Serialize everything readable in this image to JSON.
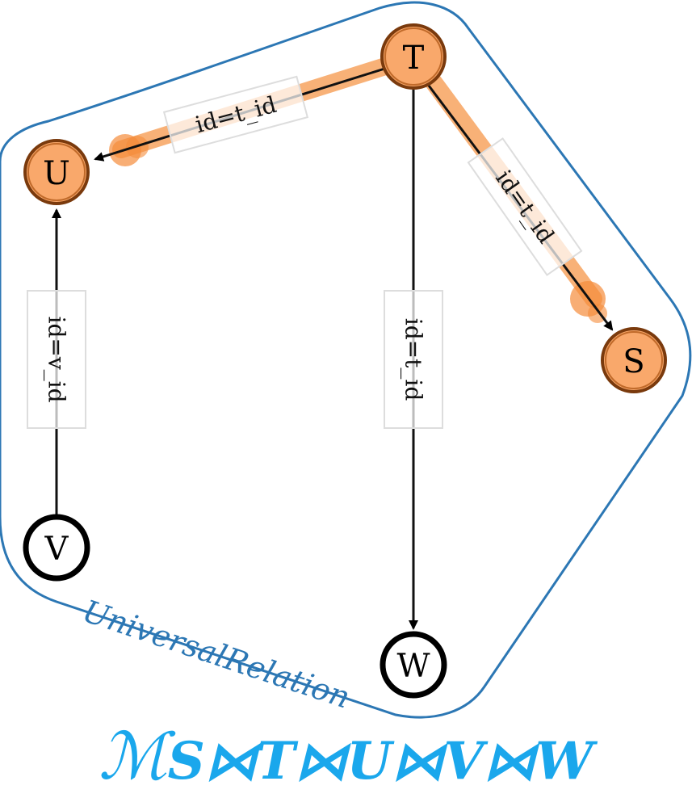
{
  "colors": {
    "hull": "#2c77b4",
    "highlight": "#f7a460",
    "highlight_dot": "#f58c3a",
    "node_fill_active": "#f9a86b",
    "node_stroke_active": "#7a3a0d",
    "node_fill_plain": "#ffffff",
    "node_stroke_plain": "#000000",
    "formula": "#1aa7ec"
  },
  "hull": {
    "label": "UniversalRelation"
  },
  "nodes": [
    {
      "id": "T",
      "label": "T",
      "active": true
    },
    {
      "id": "U",
      "label": "U",
      "active": true
    },
    {
      "id": "S",
      "label": "S",
      "active": true
    },
    {
      "id": "V",
      "label": "V",
      "active": false
    },
    {
      "id": "W",
      "label": "W",
      "active": false
    }
  ],
  "edges": [
    {
      "from": "T",
      "to": "U",
      "label": "id=t_id",
      "highlighted": true
    },
    {
      "from": "T",
      "to": "S",
      "label": "id=t_id",
      "highlighted": true
    },
    {
      "from": "T",
      "to": "W",
      "label": "id=t_id",
      "highlighted": false
    },
    {
      "from": "V",
      "to": "U",
      "label": "id=v_id",
      "highlighted": false
    }
  ],
  "formula": {
    "script_m": "ℳ",
    "subscript": "S⋈T⋈U⋈V⋈W"
  }
}
